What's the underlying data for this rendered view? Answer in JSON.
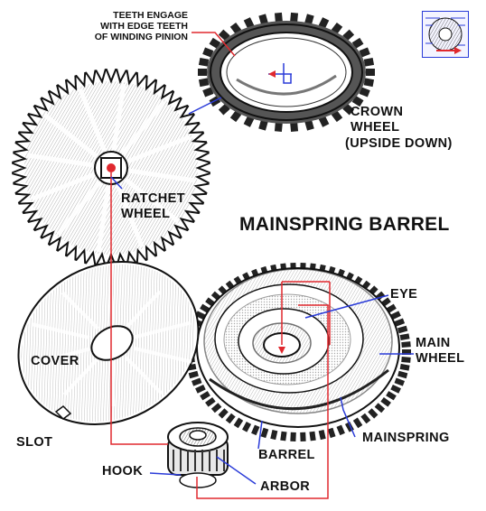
{
  "diagram": {
    "title": "MAINSPRING BARREL",
    "labels": {
      "teeth_engage": [
        "TEETH ENGAGE",
        "WITH EDGE TEETH",
        "OF WINDING PINION"
      ],
      "crown_wheel": [
        "CROWN",
        "WHEEL",
        "(UPSIDE DOWN)"
      ],
      "ratchet_wheel": [
        "RATCHET",
        "WHEEL"
      ],
      "eye": "EYE",
      "main_wheel": [
        "MAIN",
        "WHEEL"
      ],
      "cover": "COVER",
      "slot": "SLOT",
      "hook": "HOOK",
      "barrel": "BARREL",
      "mainspring": "MAINSPRING",
      "arbor": "ARBOR"
    },
    "colors": {
      "leader_red": "#e0282e",
      "leader_blue": "#2a3bd8",
      "ink": "#111111"
    },
    "thumbnail_icon": "watch-movement-thumbnail-icon"
  }
}
